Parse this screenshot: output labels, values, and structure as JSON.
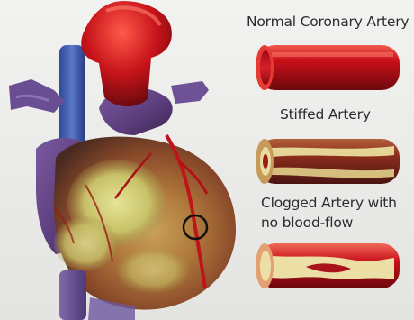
{
  "captions": {
    "normal": "Normal Coronary Artery",
    "stiffed": "Stiffed Artery",
    "clogged_line1": "Clogged Artery with",
    "clogged_line2": "no blood-flow"
  },
  "colors": {
    "artery_red": "#c8101a",
    "plaque_yellow": "#e9dd9c",
    "heart_red": "#c21a1c",
    "vein_blue": "#4b5fa8",
    "vein_purple": "#6a4b8c",
    "highlight_ring": "#111111"
  }
}
